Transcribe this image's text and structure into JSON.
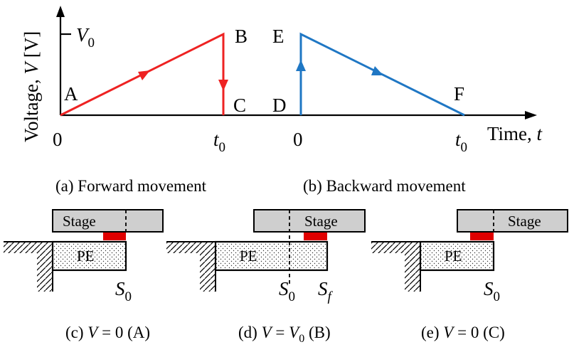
{
  "colors": {
    "forward": "#ee2222",
    "backward": "#1f77c4",
    "stage_fill": "#cfcfcf",
    "pad": "#e00000"
  },
  "graph": {
    "y_axis_label": "Voltage, V [V]",
    "y_axis_label_prefix": "Voltage, ",
    "y_axis_label_var": "V",
    "y_axis_label_unit": " [V]",
    "v0_label": "V",
    "v0_sub": "0",
    "x_axis_label_prefix": "Time, ",
    "x_axis_label_var": "t",
    "tick_zero_forward": "0",
    "tick_t0_forward_var": "t",
    "tick_t0_forward_sub": "0",
    "tick_zero_backward": "0",
    "tick_t0_backward_var": "t",
    "tick_t0_backward_sub": "0",
    "points": {
      "A": "A",
      "B": "B",
      "C": "C",
      "D": "D",
      "E": "E",
      "F": "F"
    }
  },
  "captions": {
    "a": "(a) Forward movement",
    "b": "(b) Backward movement",
    "c_prefix": "(c) ",
    "c_var": "V",
    "c_suffix": " = 0 (A)",
    "d_prefix": "(d) ",
    "d_var": "V",
    "d_mid": " = ",
    "d_var2": "V",
    "d_sub": "0",
    "d_suffix": " (B)",
    "e_prefix": "(e) ",
    "e_var": "V",
    "e_suffix": " = 0 (C)"
  },
  "panels": {
    "stage_label": "Stage",
    "pe_label": "PE",
    "s0_var": "S",
    "s0_sub": "0",
    "sf_var": "S",
    "sf_sub": "f"
  }
}
